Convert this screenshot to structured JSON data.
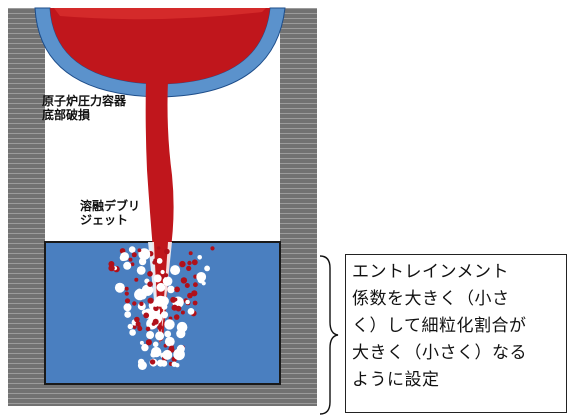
{
  "labels": {
    "rpv_failure": "原子炉圧力容器\n底部破損",
    "melt_jet": "溶融デブリ\nジェット"
  },
  "note": {
    "text": "エントレインメント\n係数を大きく（小さ\nく）して細粒化割合が\n大きく（小さく）なる\nように設定"
  },
  "colors": {
    "wall": "#707070",
    "wall_stripe": "#9a9a9a",
    "water": "#4a7fc0",
    "melt": "#c0161c",
    "vessel_shell": "#5b92cc",
    "bubble": "#ffffff",
    "droplet": "#b0101a"
  }
}
